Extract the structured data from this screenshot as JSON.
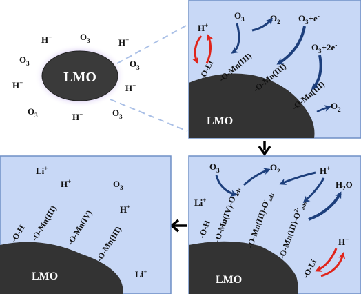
{
  "colors": {
    "panel_fill": "#c8d8f6",
    "panel_border": "#6f8fc6",
    "particle_fill": "#3a3a3a",
    "particle_glow": "#c9b7ee",
    "surface_fill": "#333333",
    "dark_blue_arrow": "#1d3f7c",
    "red_arrow": "#e0241b",
    "black_arrow": "#000000"
  },
  "particle": {
    "label": "LMO",
    "surrounding_species": [
      {
        "base": "H",
        "sup": "+"
      },
      {
        "base": "O",
        "sub": "3"
      },
      {
        "base": "H",
        "sup": "+"
      },
      {
        "base": "O",
        "sub": "3"
      },
      {
        "base": "O",
        "sub": "3"
      },
      {
        "base": "H",
        "sup": "+"
      },
      {
        "base": "H",
        "sup": "+"
      },
      {
        "base": "O",
        "sub": "3"
      },
      {
        "base": "H",
        "sup": "+"
      },
      {
        "base": "O",
        "sub": "3"
      }
    ]
  },
  "panel_top_right": {
    "surface_label": "LMO",
    "h_plus": {
      "base": "H",
      "sup": "+"
    },
    "o3": {
      "base": "O",
      "sub": "3"
    },
    "o2_top": {
      "base": "O",
      "sub": "2"
    },
    "o3_e": {
      "base": "O",
      "sub": "3",
      "tail": "+e",
      "tail_sup": "-"
    },
    "o3_2e": {
      "base": "O",
      "sub": "3",
      "tail": "+2e",
      "tail_sup": "-"
    },
    "o2_right": {
      "base": "O",
      "sub": "2"
    },
    "groups": [
      "-O-Li",
      "-O-Mn(III)",
      "-O-Mn(III)",
      "-O-Mn(III)"
    ]
  },
  "panel_bottom_right": {
    "surface_label": "LMO",
    "o3": {
      "base": "O",
      "sub": "3"
    },
    "o2": {
      "base": "O",
      "sub": "2"
    },
    "h_plus_top": {
      "base": "H",
      "sup": "+"
    },
    "h2o": {
      "base": "H",
      "sub": "2",
      "tail": "O"
    },
    "li_plus": {
      "base": "Li",
      "sup": "+"
    },
    "h_plus_right": {
      "base": "H",
      "sup": "+"
    },
    "groups": [
      {
        "text": "-O-H"
      },
      {
        "text": "-O-Mn(IV)-O",
        "sup": "-",
        "sub": "ads"
      },
      {
        "text": "-O-Mn(III)-O",
        "sup": "-",
        "sub": "ads"
      },
      {
        "text": "-O-Mn(III)-O",
        "sup": "2-",
        "sub": "ads"
      },
      {
        "text": "-O-Li"
      }
    ]
  },
  "panel_bottom_left": {
    "surface_label": "LMO",
    "li_plus_top": {
      "base": "Li",
      "sup": "+"
    },
    "h_plus_top": {
      "base": "H",
      "sup": "+"
    },
    "o3": {
      "base": "O",
      "sub": "3"
    },
    "h_plus_mid": {
      "base": "H",
      "sup": "+"
    },
    "li_plus_bottom": {
      "base": "Li",
      "sup": "+"
    },
    "groups": [
      "-O-H",
      "-O-Mn(III)",
      "-O-Mn(IV)",
      "-O-Mn(III)"
    ]
  }
}
